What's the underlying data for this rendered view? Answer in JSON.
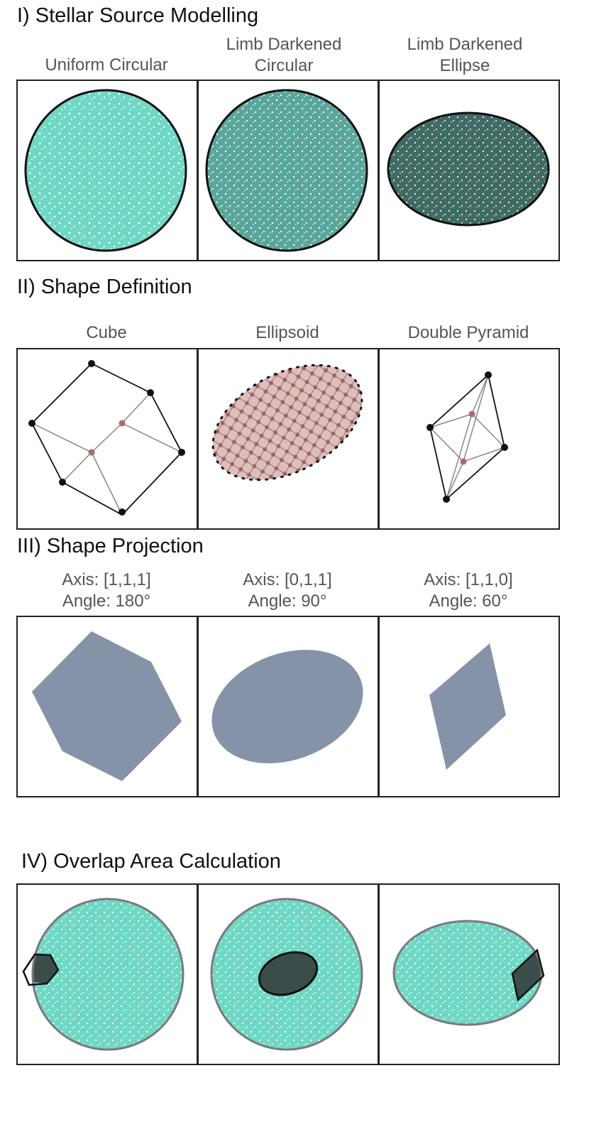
{
  "sections": [
    {
      "title": "I) Stellar Source Modelling",
      "panels": [
        {
          "label_lines": [
            "Uniform Circular"
          ],
          "fill": "#6fd8c4"
        },
        {
          "label_lines": [
            "Limb Darkened",
            "Circular"
          ],
          "fill": "#5aa69a"
        },
        {
          "label_lines": [
            "Limb Darkened",
            "Ellipse"
          ],
          "fill": "#3f6b64"
        }
      ]
    },
    {
      "title": "II) Shape Definition",
      "panels": [
        {
          "label_lines": [
            "Cube"
          ]
        },
        {
          "label_lines": [
            "Ellipsoid"
          ]
        },
        {
          "label_lines": [
            "Double Pyramid"
          ]
        }
      ]
    },
    {
      "title": "III) Shape Projection",
      "panels": [
        {
          "label_lines": [
            "Axis: [1,1,1]",
            "Angle: 180°"
          ]
        },
        {
          "label_lines": [
            "Axis: [0,1,1]",
            "Angle: 90°"
          ]
        },
        {
          "label_lines": [
            "Axis: [1,1,0]",
            "Angle: 60°"
          ]
        }
      ]
    },
    {
      "title": "IV) Overlap Area Calculation",
      "panels": [
        {},
        {},
        {}
      ]
    }
  ],
  "colors": {
    "star_uniform": "#6fd8c4",
    "star_limb_circle": "#5aa69a",
    "star_limb_ellipse": "#3f6b64",
    "vertex_front": "#111111",
    "vertex_back": "#b06a66",
    "ellipsoid_fill": "#c08a86",
    "projection": "#8593a8",
    "overlap_star": "#6fd8c4",
    "overlap_shadow": "#3a4d4a",
    "star_outline": "#7a7a7a"
  }
}
